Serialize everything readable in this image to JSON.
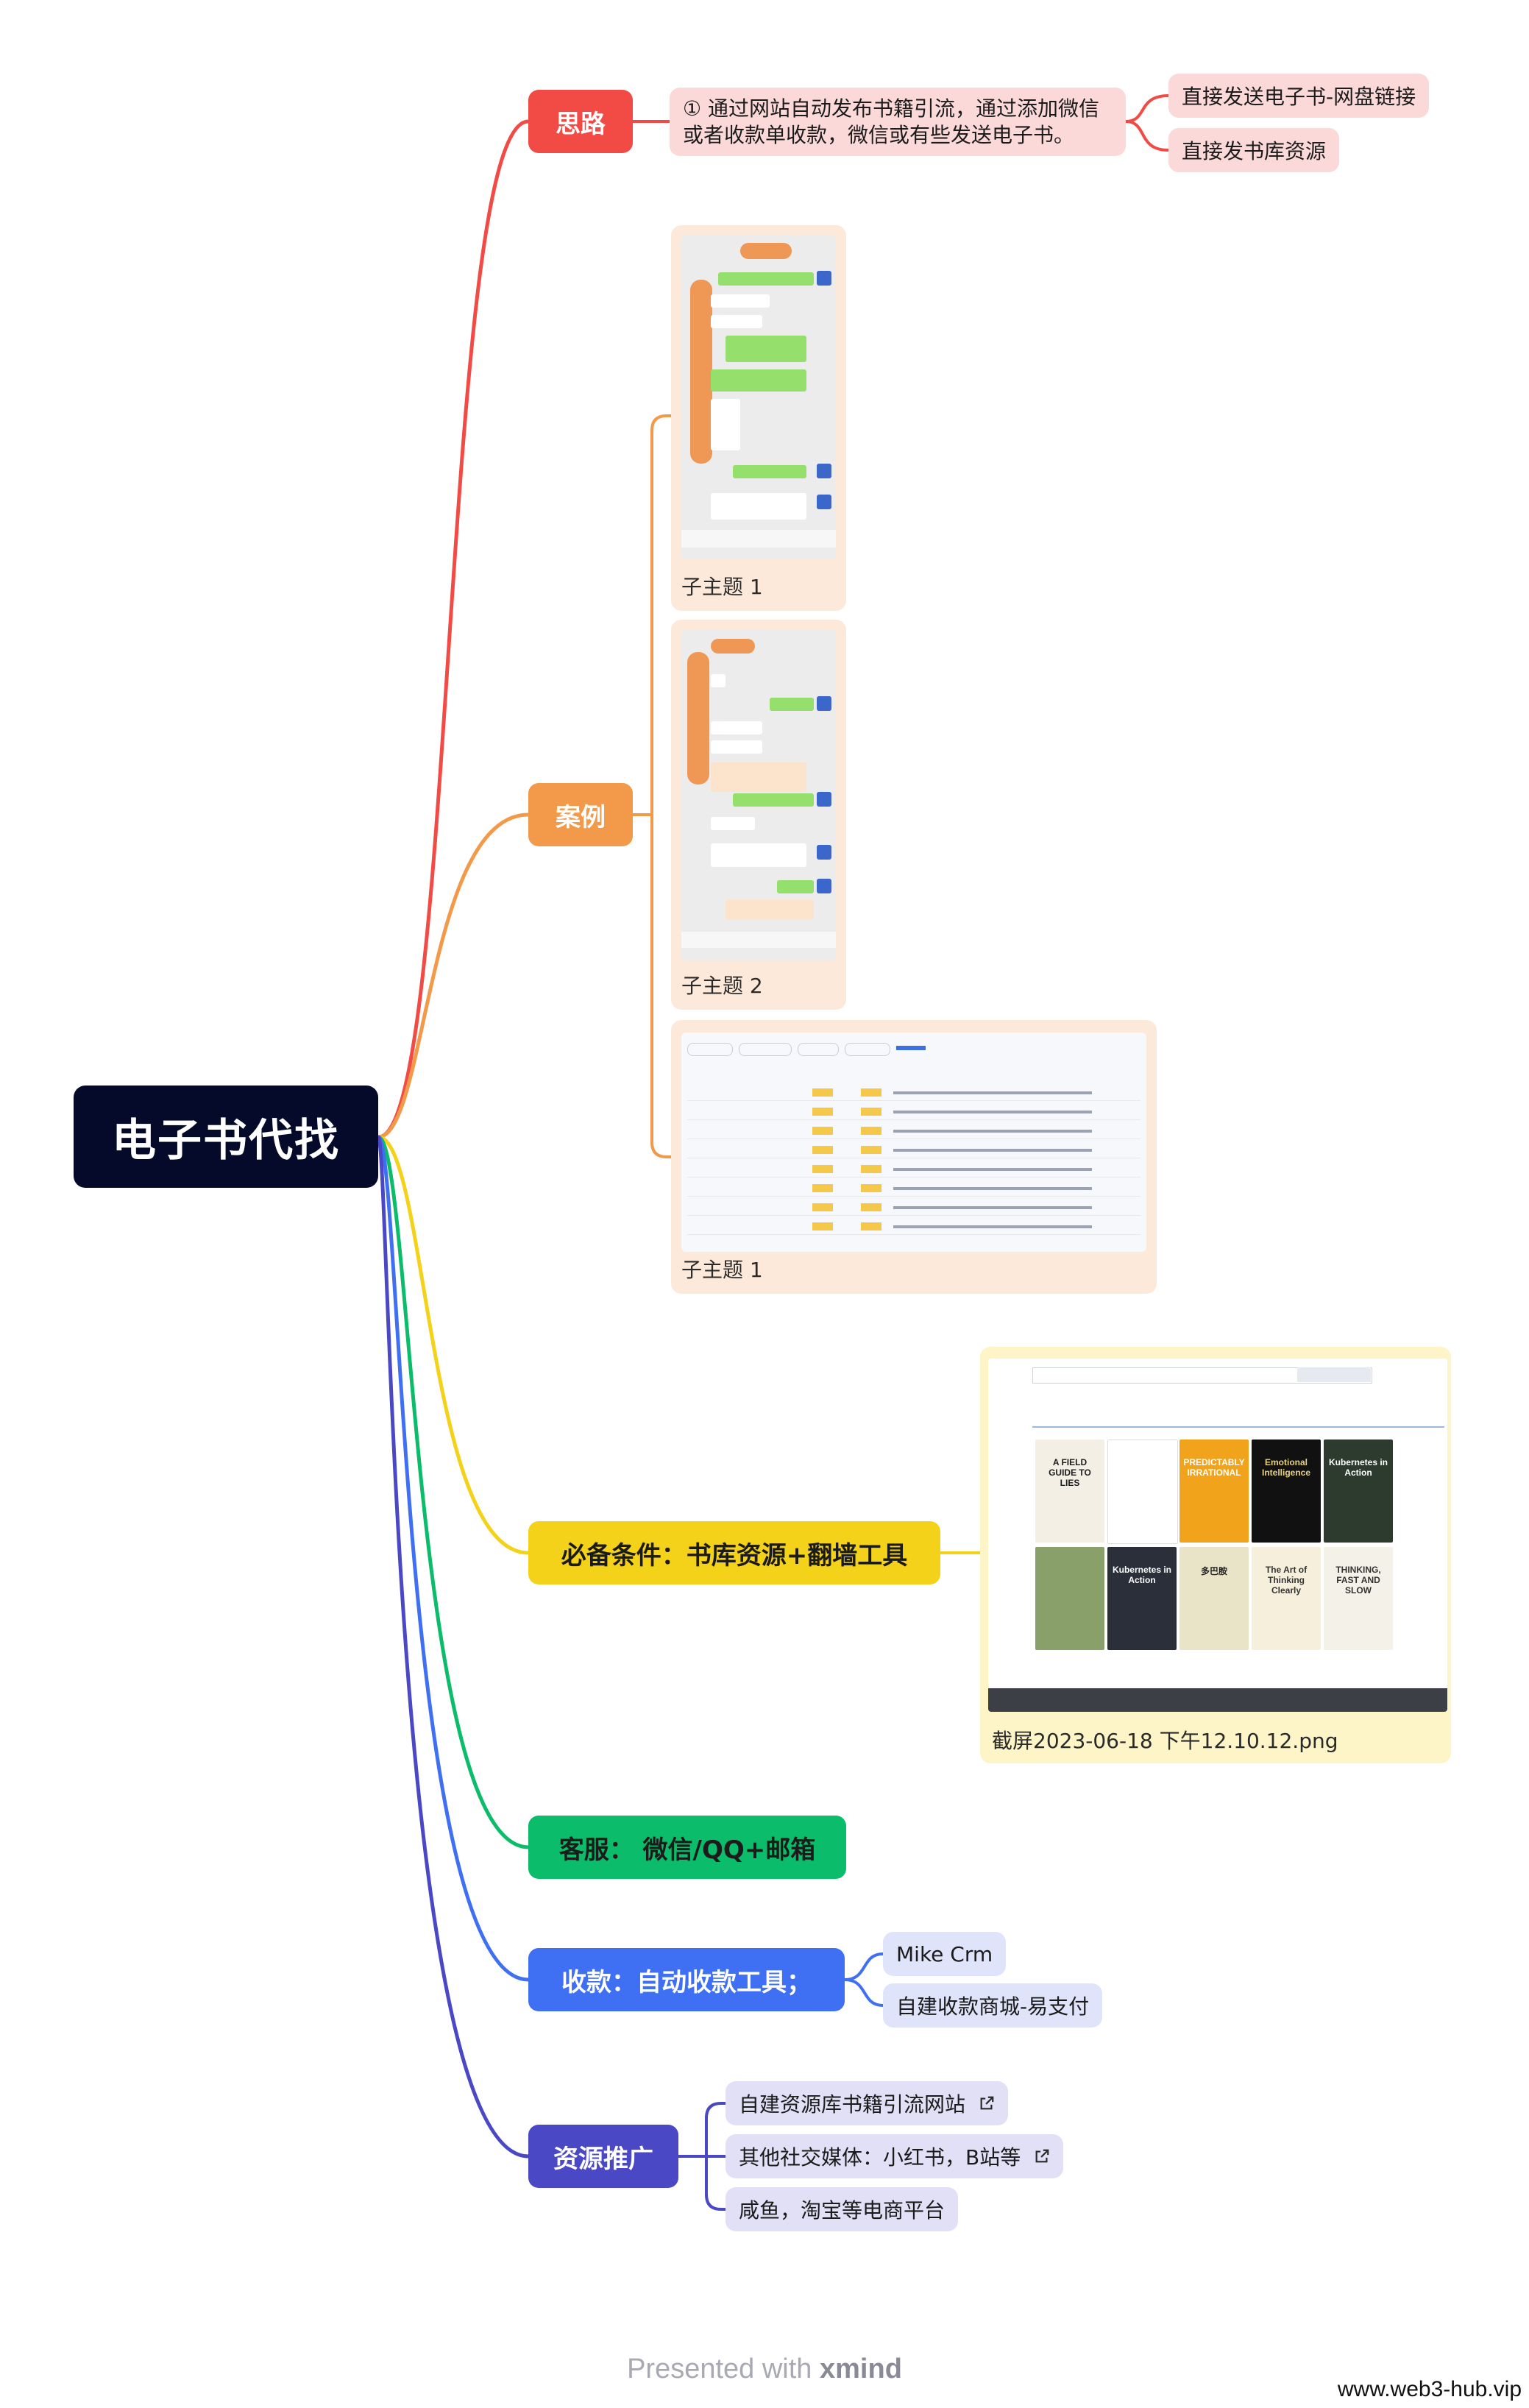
{
  "root": {
    "label": "电子书代找"
  },
  "branches": {
    "idea": {
      "label": "思路",
      "detail": "① 通过网站自动发布书籍引流，通过添加微信或者收款单收款，微信或有些发送电子书。",
      "children": [
        "直接发送电子书-网盘链接",
        "直接发书库资源"
      ]
    },
    "cases": {
      "label": "案例",
      "cards": [
        {
          "caption": "子主题 1"
        },
        {
          "caption": "子主题 2"
        },
        {
          "caption": "子主题 1"
        }
      ]
    },
    "requirements": {
      "label": "必备条件：书库资源+翻墙工具",
      "image_caption": "截屏2023-06-18 下午12.10.12.png"
    },
    "service": {
      "label": "客服：  微信/QQ+邮箱"
    },
    "payment": {
      "label": "收款：自动收款工具；",
      "children": [
        "Mike Crm",
        "自建收款商城-易支付"
      ]
    },
    "promotion": {
      "label": "资源推广",
      "children": [
        "自建资源库书籍引流网站",
        "其他社交媒体：小红书，B站等",
        "咸鱼，淘宝等电商平台"
      ]
    }
  },
  "footer": {
    "prefix": "Presented with ",
    "brand": "xmind"
  },
  "watermark": "www.web3-hub.vip",
  "colors": {
    "root": "#050a2b",
    "red": "#f24a44",
    "orange": "#f39a4a",
    "yellow": "#f4d21a",
    "green": "#0bbc6a",
    "blue": "#3f6ff2",
    "indigo": "#4a48c4"
  }
}
